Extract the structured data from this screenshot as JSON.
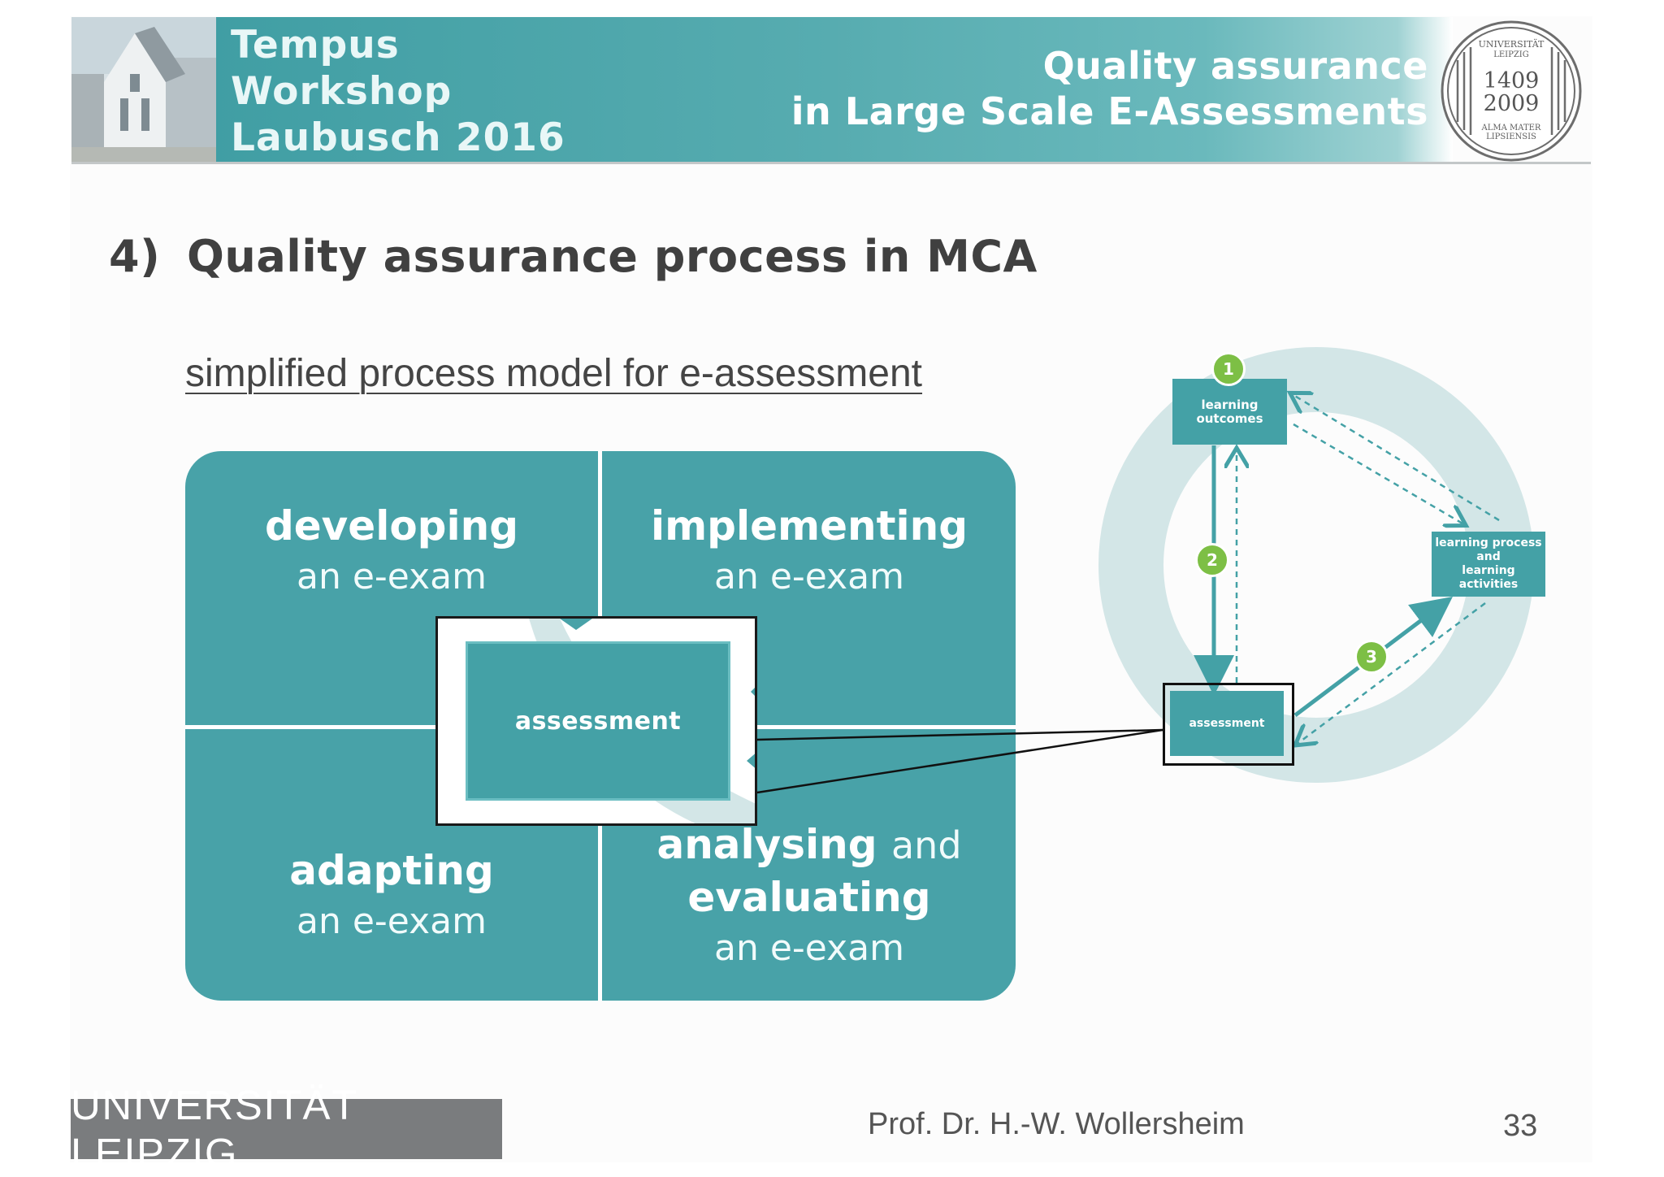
{
  "header": {
    "left_title": [
      "Tempus",
      "Workshop",
      "Laubusch 2016"
    ],
    "right_title": [
      "Quality assurance",
      "in Large Scale E-Assessments"
    ],
    "seal": {
      "top": [
        "UNIVERSITÄT",
        "LEIPZIG"
      ],
      "years": [
        "1409",
        "2009"
      ],
      "bottom": [
        "ALMA MATER",
        "LIPSIENSIS"
      ]
    }
  },
  "section": {
    "number": "4)",
    "title": "Quality assurance process in MCA",
    "subtitle": "simplified process model for e-assessment"
  },
  "quadrant": {
    "top_left": {
      "bold": "developing",
      "light": "an e-exam"
    },
    "top_right": {
      "bold": "implementing",
      "light": "an e-exam"
    },
    "bottom_left": {
      "bold": "adapting",
      "light": "an e-exam"
    },
    "bottom_right": {
      "bold1": "analysing",
      "and": "and",
      "bold2": "evaluating",
      "light": "an e-exam"
    },
    "center_zoom": "assessment"
  },
  "cycle": {
    "learning_outcomes": [
      "learning",
      "outcomes"
    ],
    "learning_process": [
      "learning process",
      "and",
      "learning activities"
    ],
    "assessment": "assessment",
    "badges": [
      "1",
      "2",
      "3"
    ]
  },
  "footer": {
    "university": "UNIVERSITÄT LEIPZIG",
    "presenter": "Prof. Dr. H.-W. Wollersheim",
    "page": "33"
  },
  "colors": {
    "teal": "#48a2a8",
    "ring": "#d3e6e7",
    "badge_green": "#7dbf45",
    "footer_logo_gray": "#7a7c7e"
  }
}
